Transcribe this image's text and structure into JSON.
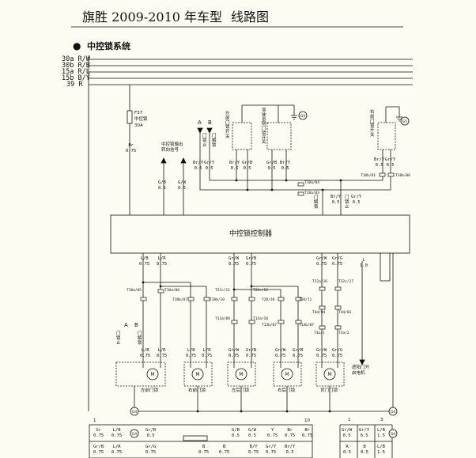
{
  "header": {
    "title": "旗胜 2009-2010 年车型",
    "subtitle": "线路图"
  },
  "section": {
    "title": "中控锁系统"
  },
  "bus_lines": [
    {
      "label": "30a R/W"
    },
    {
      "label": "30b R/B"
    },
    {
      "label": "15a R/L"
    },
    {
      "label": "15b B/Y"
    },
    {
      "label": "39 R"
    }
  ],
  "fuse": {
    "id": "F37",
    "name": "中控锁",
    "rating": "30A",
    "wire": "Br\n0.75"
  },
  "turn_signal": {
    "label": "中控锁输出\n转向信号",
    "wires": [
      "G/B\n0.5",
      "G/W\n0.5"
    ]
  },
  "switches": {
    "left_front": {
      "label": "左\n前\n门\n锁\n开\n关",
      "wires": [
        "Br/Y\n0.5",
        "Gr/B\n0.5"
      ]
    },
    "driver": {
      "label": "驾\n驶\n员\n侧\n门\n锁\n开\n关",
      "wires": [
        "Gr/B\n0.5",
        "Br/Y\n0.5"
      ]
    },
    "right_front": {
      "label": "右\n前\n门\n锁\n开\n关",
      "wires": [
        "Br/Y\n0.5",
        "Gr/Y\n0.5"
      ]
    },
    "ab_labels": [
      "A",
      "B"
    ],
    "ab_wires": [
      "Br/Y\n0.5",
      "Gr/Y\n0.5"
    ],
    "ab_texts": [
      "门\n锁\n止",
      "门\n解\n锁"
    ],
    "ground_ids": [
      "G4",
      "G5"
    ]
  },
  "controller": {
    "label": "中控锁控制器",
    "top_wires": [
      "Br/Y\n0.5",
      "Gr/Y\n0.5"
    ],
    "top_texts": [
      "门\n解\n锁",
      "门\n锁\n止"
    ],
    "tail_wire": "L\n1.0"
  },
  "connectors": {
    "top": [
      "T18a/04",
      "T18a/03",
      "T18b/01",
      "T18b/06"
    ],
    "left": [
      "T18a/05",
      "T18a/06",
      "T18b/07",
      "T18b/10"
    ],
    "mid": [
      "T22c/11",
      "T22c/12",
      "T20/10",
      "T13a/09",
      "T13a/10",
      "T13b/07",
      "T20/11"
    ],
    "right": [
      "T22a/16",
      "T22c/17",
      "T4d/04",
      "T4d/03",
      "T3a/1",
      "T3a/2"
    ]
  },
  "ctrl_wires": [
    "L/B\n0.75",
    "L/R\n0.75",
    "Gr/W\n0.75",
    "Gr/B\n0.75",
    "Gr/W\n0.75",
    "Gr/G\n0.75"
  ],
  "motors": [
    {
      "label": "左前门锁",
      "wires": [
        "L/B\n0.75",
        "L/R\n0.75"
      ],
      "ab": [
        "A",
        "B"
      ],
      "ab_texts": [
        "门\n锁\n止",
        "门\n解\n锁"
      ]
    },
    {
      "label": "右前门锁",
      "wires": [
        "L/B\n0.75",
        "L/R\n0.75"
      ]
    },
    {
      "label": "左后门锁",
      "wires": [
        "Gr/W\n0.75",
        "Gr/B\n0.75"
      ]
    },
    {
      "label": "右后门锁",
      "wires": [
        "Gr/W\n0.75",
        "Gr/B\n0.75"
      ]
    },
    {
      "label": "背门门锁",
      "wires": [
        "Gr/W\n0.75",
        "Gr/G\n0.75"
      ]
    }
  ],
  "tail": {
    "label": "遮阳门开\n启电机"
  },
  "bottom_table": {
    "left_numbers": [
      "1",
      "10"
    ],
    "right_numbers": [
      "1",
      "3"
    ],
    "cells": [
      "Gr\n0.75",
      "L/B\n0.75",
      "Gr/R\n0.5",
      "G/B\n0.5",
      "G/W\n0.5",
      "Y\n0.75",
      "Br\n0.75",
      "Br\n0.75",
      "Gr/B\n0.75",
      "L/R\n0.75",
      "Gr/G\n0.75",
      "B\n0.75",
      "B\n0.75",
      "B/Y\n0.75",
      "Gr/Y\n0.75",
      "Br/Y\n0.5"
    ],
    "right_cells": [
      "Gr/W\n0.5",
      "Gr/Y\n0.5",
      "L/R\n1.5",
      "R\n0.5",
      "B\n0.5",
      "L/B\n1.5"
    ]
  }
}
